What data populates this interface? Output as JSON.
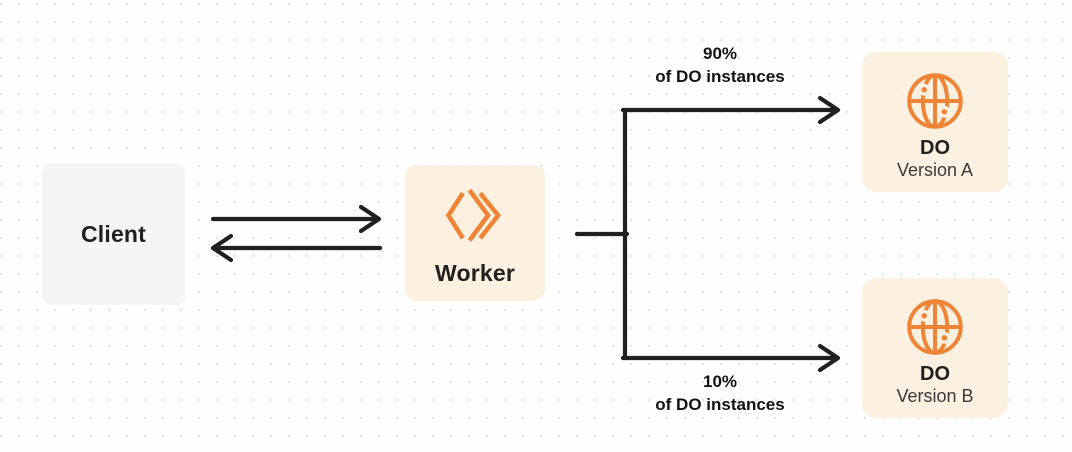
{
  "colors": {
    "accent_orange": "#EE8434",
    "panel_cream": "#FCF0E1",
    "panel_gray": "#F5F5F6",
    "line_dark": "#22201E",
    "text_dark": "#21201E",
    "text_muted": "#3C3A38",
    "dot_grid": "#E2E2E2"
  },
  "nodes": {
    "client": {
      "label": "Client"
    },
    "worker": {
      "label": "Worker",
      "icon": "cloudflare-workers-icon"
    },
    "do_a": {
      "title": "DO",
      "subtitle": "Version A",
      "icon": "globe-icon"
    },
    "do_b": {
      "title": "DO",
      "subtitle": "Version B",
      "icon": "globe-icon"
    }
  },
  "routes": {
    "top": {
      "percent": "90%",
      "caption": "of DO instances"
    },
    "bottom": {
      "percent": "10%",
      "caption": "of DO instances"
    }
  }
}
